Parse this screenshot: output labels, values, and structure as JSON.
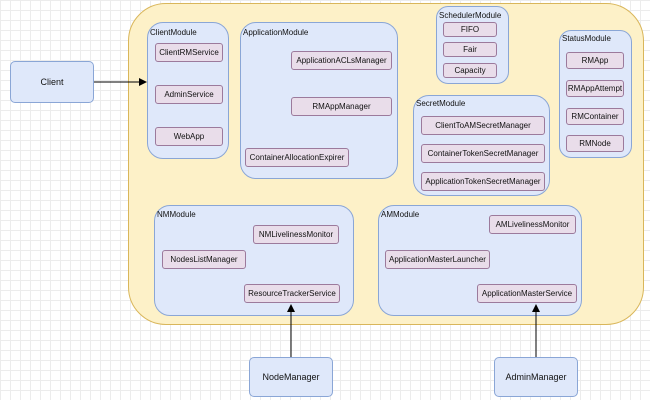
{
  "external": {
    "client": "Client",
    "node_manager": "NodeManager",
    "admin_manager": "AdminManager"
  },
  "modules": {
    "client": {
      "title": "ClientModule",
      "items": [
        "ClientRMService",
        "AdminService",
        "WebApp"
      ]
    },
    "application": {
      "title": "ApplicationModule",
      "items": [
        "ApplicationACLsManager",
        "RMAppManager",
        "ContainerAllocationExpirer"
      ]
    },
    "scheduler": {
      "title": "SchedulerModule",
      "items": [
        "FIFO",
        "Fair",
        "Capacity"
      ]
    },
    "status": {
      "title": "StatusModule",
      "items": [
        "RMApp",
        "RMAppAttempt",
        "RMContainer",
        "RMNode"
      ]
    },
    "secret": {
      "title": "SecretModule",
      "items": [
        "ClientToAMSecretManager",
        "ContainerTokenSecretManager",
        "ApplicationTokenSecretManager"
      ]
    },
    "nm": {
      "title": "NMModule",
      "items": [
        "NMLivelinessMonitor",
        "NodesListManager",
        "ResourceTrackerService"
      ]
    },
    "am": {
      "title": "AMModule",
      "items": [
        "AMLivelinessMonitor",
        "ApplicationMasterLauncher",
        "ApplicationMasterService"
      ]
    }
  },
  "colors": {
    "container_fill": "#fdf1c8",
    "container_border": "#d9b65a",
    "module_fill": "#dfe8fa",
    "module_border": "#8aa6d6",
    "component_fill": "#e9ddea",
    "component_border": "#9c7a9c",
    "arrow": "#000000"
  }
}
